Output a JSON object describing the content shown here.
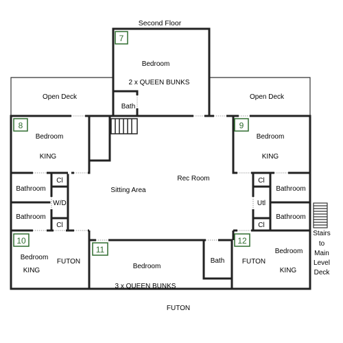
{
  "floor_title": "Second Floor",
  "rooms": {
    "r7": {
      "number": "7",
      "name": "Bedroom",
      "detail": "2 x QUEEN BUNKS"
    },
    "r8": {
      "number": "8",
      "name": "Bedroom",
      "detail": "KING"
    },
    "r9": {
      "number": "9",
      "name": "Bedroom",
      "detail": "KING"
    },
    "r10": {
      "number": "10",
      "name": "Bedroom",
      "detail": "KING",
      "extra": "FUTON"
    },
    "r11": {
      "number": "11",
      "name": "Bedroom",
      "detail": "3 x QUEEN BUNKS",
      "extra": "FUTON"
    },
    "r12": {
      "number": "12",
      "name": "Bedroom",
      "detail": "KING",
      "extra": "FUTON"
    }
  },
  "labels": {
    "open_deck_left": "Open Deck",
    "open_deck_right": "Open Deck",
    "bath_top": "Bath",
    "bath_bottom": "Bath",
    "rec_room": "Rec Room",
    "sitting_area": "Sitting Area",
    "bathroom_l1": "Bathroom",
    "bathroom_l2": "Bathroom",
    "bathroom_r1": "Bathroom",
    "bathroom_r2": "Bathroom",
    "closet_l1": "Cl",
    "closet_l2": "Cl",
    "closet_r1": "Cl",
    "closet_r2": "Cl",
    "wd": "W/D",
    "utl": "Utl",
    "stairs_main": [
      "Stairs",
      "to",
      "Main",
      "Level",
      "Deck"
    ]
  },
  "colors": {
    "wall": "#222222",
    "thin_line": "#333333",
    "number_box": "#2e6b2e",
    "door_mark": "#9a9a9a"
  }
}
